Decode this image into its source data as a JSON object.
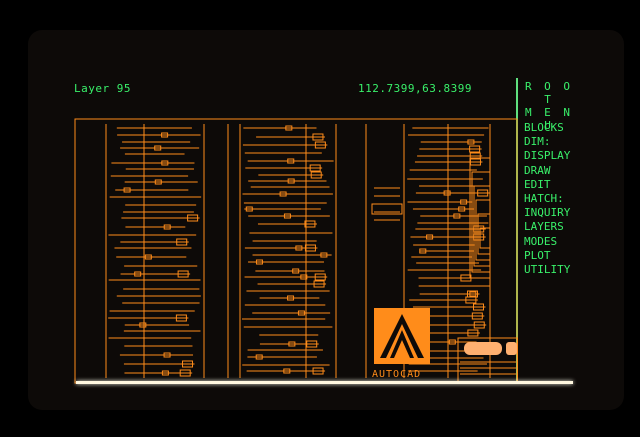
{
  "status": {
    "layer": "Layer 95",
    "coordinates": "112.7399,63.8399"
  },
  "menu": {
    "title_line1": "R O O T",
    "title_line2": "M E N U",
    "items": [
      "BLOCKS",
      "DIM:",
      "DISPLAY",
      "DRAW",
      "EDIT",
      "HATCH:",
      "INQUIRY",
      "LAYERS",
      "MODES",
      "PLOT",
      "UTILITY"
    ]
  },
  "drawing": {
    "logo_text": "AUTOCAD"
  },
  "colors": {
    "drawing": "#ff8c1a",
    "menu": "#39f06a",
    "background": "#0d0a08"
  }
}
